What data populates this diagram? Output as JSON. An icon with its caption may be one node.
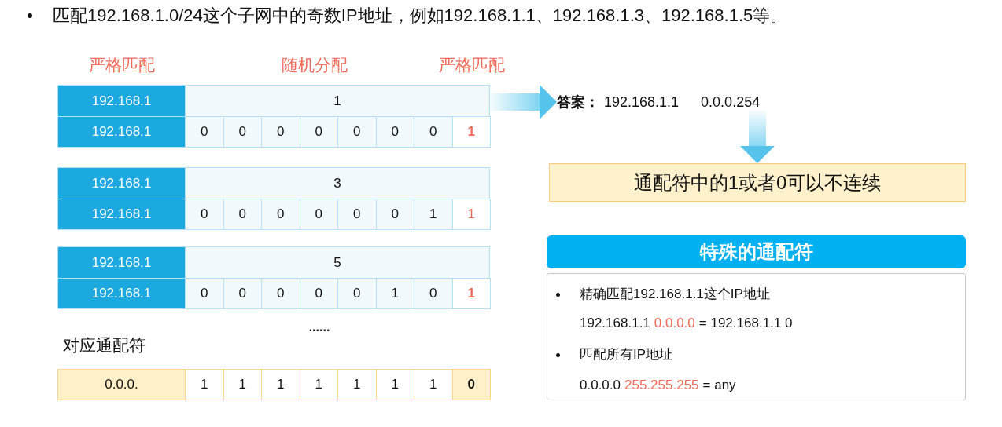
{
  "diagram": {
    "title": "匹配192.168.1.0/24这个子网中的奇数IP地址，例如192.168.1.1、192.168.1.3、192.168.1.5等。",
    "nodes": [
      {
        "text": [
          "192.168.1",
          "1",
          "192.168.1",
          "0",
          "0",
          "0",
          "0",
          "0",
          "0",
          "0",
          "1"
        ]
      },
      {
        "text": [
          "192.168.1",
          "3",
          "192.168.1",
          "0",
          "0",
          "0",
          "0",
          "0",
          "0",
          "1",
          "1"
        ]
      },
      {
        "text": [
          "192.168.1",
          "5",
          "192.168.1",
          "0",
          "0",
          "0",
          "0",
          "0",
          "1",
          "0",
          "1"
        ]
      },
      {
        "text": [
          "0.0.0.",
          "1",
          "1",
          "1",
          "1",
          "1",
          "1",
          "1",
          "0"
        ]
      },
      {
        "text": [
          "答案：",
          "192.168.1.1",
          "0.0.0.254"
        ]
      },
      {
        "text": [
          "通配符中的1或者0可以不连续"
        ]
      },
      {
        "text": [
          "特殊的通配符"
        ]
      },
      {
        "text": [
          "精确匹配192.168.1.1这个IP地址",
          "192.168.1.1",
          "0.0.0.0",
          "= 192.168.1.1 0",
          "匹配所有IP地址",
          "0.0.0.0",
          "255.255.255",
          "= any"
        ]
      }
    ],
    "edges": [
      {
        "from": 0,
        "to": 4,
        "arrow": "to"
      },
      {
        "from": 4,
        "to": 5,
        "arrow": "to"
      }
    ],
    "labels": [
      "严格匹配",
      "随机分配",
      "严格匹配",
      "......",
      "对应通配符"
    ]
  }
}
